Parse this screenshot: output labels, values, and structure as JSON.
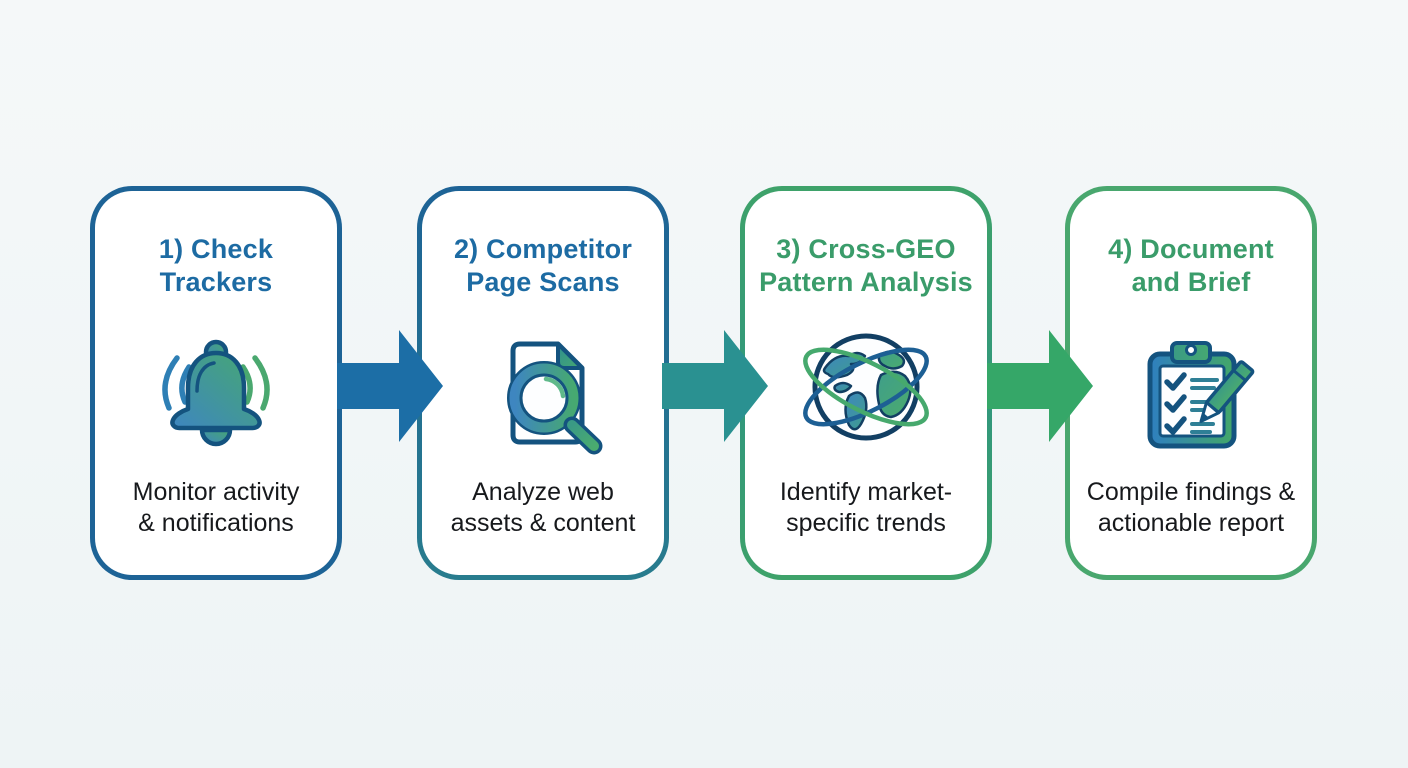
{
  "diagram": {
    "background_color": "#f1f6f7",
    "outline_color": "#14537f",
    "steps": [
      {
        "title": "1) Check Trackers",
        "title_lines": [
          "1) Check",
          "Trackers"
        ],
        "title_color": "#1d6ba3",
        "border_color": "#1d6396",
        "icon": "bell-icon",
        "description": "Monitor activity & notifications",
        "description_lines": [
          "Monitor activity",
          "& notifications"
        ]
      },
      {
        "title": "2) Competitor Page Scans",
        "title_lines": [
          "2) Competitor",
          "Page Scans"
        ],
        "title_color": "#1d6ba3",
        "border_color": "#1d6396 to #287c8e",
        "icon": "document-magnifier-icon",
        "description": "Analyze web assets & content",
        "description_lines": [
          "Analyze web",
          "assets & content"
        ]
      },
      {
        "title": "3) Cross-GEO Pattern Analysis",
        "title_lines": [
          "3) Cross-GEO",
          "Pattern Analysis"
        ],
        "title_color": "#3a9c6a",
        "border_color": "#3ea26a",
        "icon": "globe-icon",
        "description": "Identify market-specific trends",
        "description_lines": [
          "Identify market-",
          "specific trends"
        ]
      },
      {
        "title": "4) Document and Brief",
        "title_lines": [
          "4) Document",
          "and Brief"
        ],
        "title_color": "#3a9c6a",
        "border_color": "#49a76e",
        "icon": "clipboard-pencil-icon",
        "description": "Compile findings & actionable report",
        "description_lines": [
          "Compile findings &",
          "actionable report"
        ]
      }
    ],
    "arrows": [
      {
        "name": "arrow-step1-step2",
        "color": "#1c6ea6"
      },
      {
        "name": "arrow-step2-step3",
        "color": "#2a9191"
      },
      {
        "name": "arrow-step3-step4",
        "color": "#35a768"
      }
    ]
  }
}
